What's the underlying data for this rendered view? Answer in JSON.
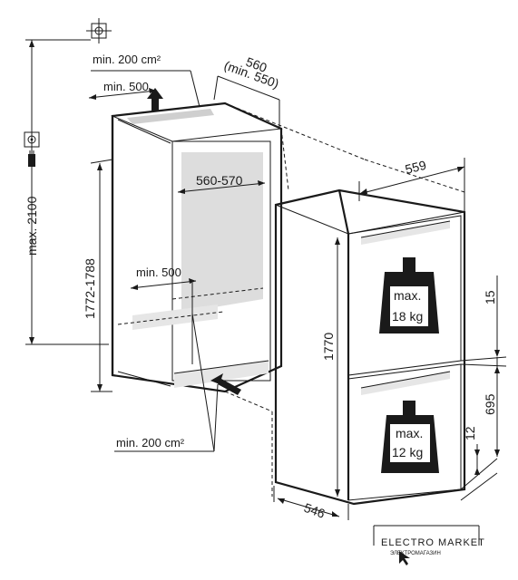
{
  "dimensions": {
    "min_vent_top": "min. 200 cm²",
    "min_500_top": "min. 500",
    "niche_depth": "560",
    "niche_depth_min": "(min. 550)",
    "max_height": "max. 2100",
    "niche_width": "560-570",
    "niche_height": "1772-1788",
    "min_500_bottom": "min. 500",
    "min_vent_bottom": "min. 200 cm²",
    "appliance_width": "559",
    "appliance_height": "1770",
    "appliance_depth": "546",
    "gap_top": "15",
    "door_lower": "695",
    "gap_bottom": "12"
  },
  "loads": {
    "upper": {
      "line1": "max.",
      "line2": "18 kg"
    },
    "lower": {
      "line1": "max.",
      "line2": "12 kg"
    }
  },
  "watermark": {
    "line1": "ELECTRO MARKET",
    "line2": "ЭЛЕКТРОМАГАЗИН"
  }
}
